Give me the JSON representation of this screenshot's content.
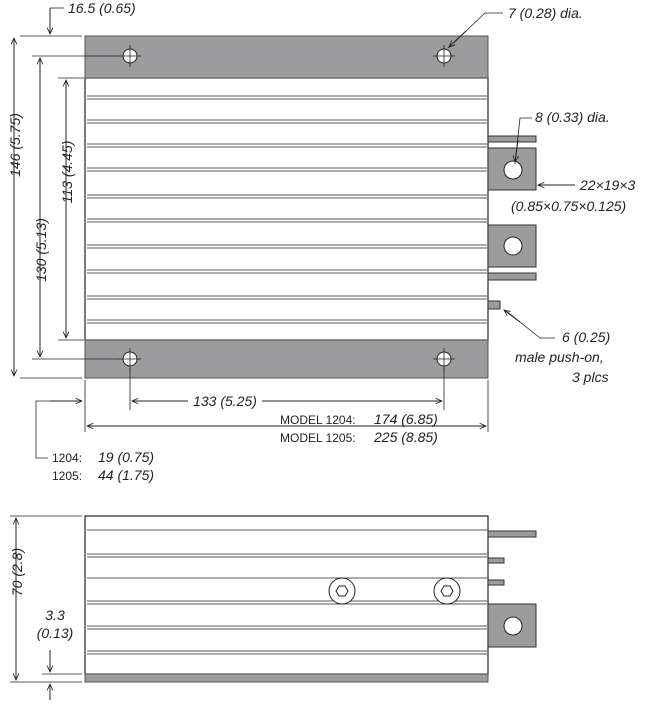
{
  "top_view": {
    "dim_146": "146 (5.75)",
    "dim_130": "130 (5.13)",
    "dim_113": "113 (4.45)",
    "dim_16_5": "16.5 (0.65)",
    "dim_hole_7": "7 (0.28) dia.",
    "dim_hole_8": "8 (0.33) dia.",
    "terminal_size_1": "22×19×3",
    "terminal_size_2": "(0.85×0.75×0.125)",
    "pushon_1": "6 (0.25)",
    "pushon_2": "male push-on,",
    "pushon_3": "3 plcs",
    "dim_133": "133 (5.25)",
    "model_1204_label": "MODEL 1204:",
    "model_1204_value": "174 (6.85)",
    "model_1205_label": "MODEL 1205:",
    "model_1205_value": "225 (8.85)",
    "offset_1204_label": "1204:",
    "offset_1204_value": "19 (0.75)",
    "offset_1205_label": "1205:",
    "offset_1205_value": "44 (1.75)"
  },
  "side_view": {
    "dim_70": "70 (2.8)",
    "dim_3_3_a": "3.3",
    "dim_3_3_b": "(0.13)"
  },
  "colors": {
    "flange": "#9c9c9f",
    "line": "#222222"
  }
}
